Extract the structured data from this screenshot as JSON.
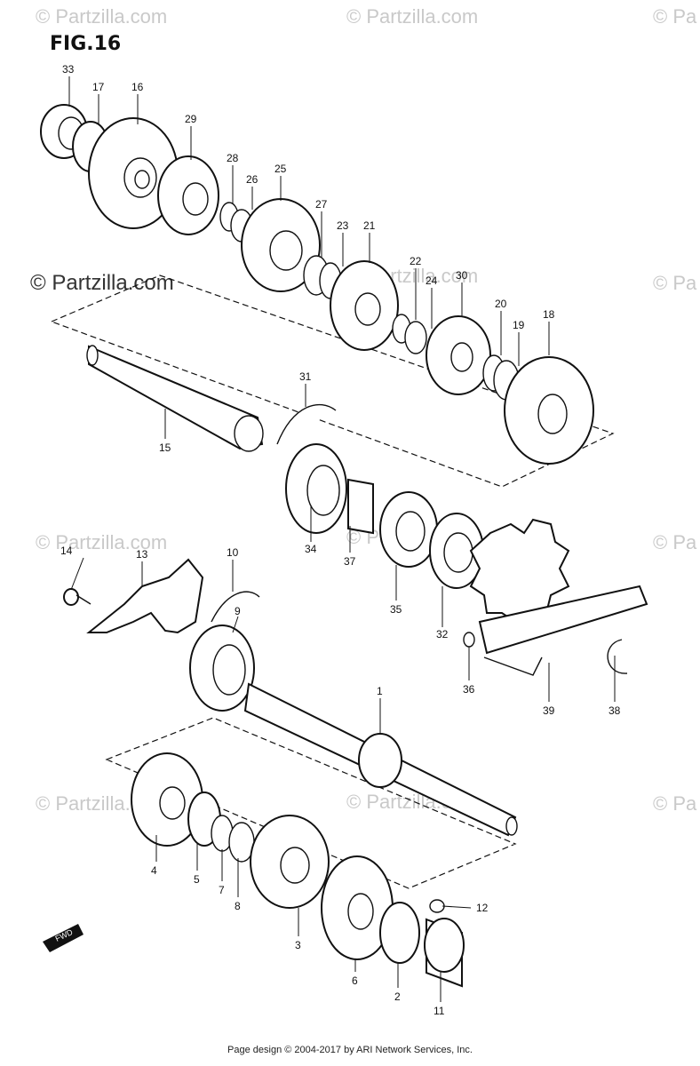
{
  "figure": {
    "title": "FIG.16"
  },
  "watermarks": {
    "faint": "© Partzilla.com",
    "faint_cut": "© Pa",
    "dark": "© Partzilla.com"
  },
  "front_arrow_label": "FWD",
  "callouts": {
    "c1": "1",
    "c2": "2",
    "c3": "3",
    "c4": "4",
    "c5": "5",
    "c6": "6",
    "c7": "7",
    "c8": "8",
    "c9": "9",
    "c10": "10",
    "c11": "11",
    "c12": "12",
    "c13": "13",
    "c14": "14",
    "c15": "15",
    "c16": "16",
    "c17": "17",
    "c18": "18",
    "c19": "19",
    "c20": "20",
    "c21": "21",
    "c22": "22",
    "c23": "23",
    "c24": "24",
    "c25": "25",
    "c26": "26",
    "c27": "27",
    "c28": "28",
    "c29": "29",
    "c30": "30",
    "c31": "31",
    "c32": "32",
    "c33": "33",
    "c34": "34",
    "c35": "35",
    "c36": "36",
    "c37": "37",
    "c38": "38",
    "c39": "39"
  },
  "footer": {
    "text": "Page design © 2004-2017 by ARI Network Services, Inc."
  }
}
